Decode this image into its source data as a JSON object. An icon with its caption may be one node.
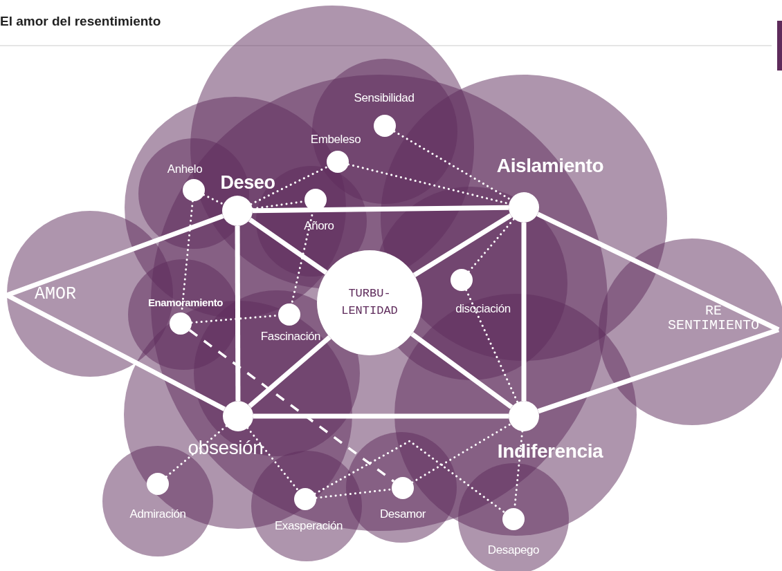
{
  "diagram": {
    "title": "El amor del resentimiento",
    "nodes": [
      {
        "text": [
          "Deseo"
        ]
      },
      {
        "text": [
          "Aislamiento"
        ]
      },
      {
        "text": [
          "TURBU- LENTIDAD"
        ]
      },
      {
        "text": [
          "obsesión"
        ]
      },
      {
        "text": [
          "Indiferencia"
        ]
      },
      {
        "text": [
          "AMOR"
        ]
      },
      {
        "text": [
          "RE SENTIMIENTO"
        ]
      },
      {
        "text": [
          "Anhelo"
        ]
      },
      {
        "text": [
          "Embeleso"
        ]
      },
      {
        "text": [
          "Sensibilidad"
        ]
      },
      {
        "text": [
          "Añoro"
        ]
      },
      {
        "text": [
          "Enamoramiento"
        ]
      },
      {
        "text": [
          "Fascinación"
        ]
      },
      {
        "text": [
          "disociación"
        ]
      },
      {
        "text": [
          "Admiración"
        ]
      },
      {
        "text": [
          "Exasperación"
        ]
      },
      {
        "text": [
          "Desamor"
        ]
      },
      {
        "text": [
          "Desapego"
        ]
      }
    ],
    "edges": [
      {
        "from": 5,
        "to": 0,
        "arrow": "none",
        "style": "thick"
      },
      {
        "from": 5,
        "to": 3,
        "arrow": "none",
        "style": "thick"
      },
      {
        "from": 0,
        "to": 1,
        "arrow": "none",
        "style": "thick"
      },
      {
        "from": 0,
        "to": 3,
        "arrow": "none",
        "style": "thick"
      },
      {
        "from": 0,
        "to": 2,
        "arrow": "none",
        "style": "thick"
      },
      {
        "from": 1,
        "to": 2,
        "arrow": "none",
        "style": "thick"
      },
      {
        "from": 1,
        "to": 4,
        "arrow": "none",
        "style": "thick"
      },
      {
        "from": 1,
        "to": 6,
        "arrow": "none",
        "style": "thick"
      },
      {
        "from": 4,
        "to": 6,
        "arrow": "none",
        "style": "thick"
      },
      {
        "from": 3,
        "to": 4,
        "arrow": "none",
        "style": "thick"
      },
      {
        "from": 3,
        "to": 2,
        "arrow": "none",
        "style": "thick"
      },
      {
        "from": 2,
        "to": 4,
        "arrow": "none",
        "style": "thick"
      },
      {
        "from": 7,
        "to": 0,
        "arrow": "none",
        "style": "dashed"
      },
      {
        "from": 0,
        "to": 8,
        "arrow": "none",
        "style": "dashed"
      },
      {
        "from": 0,
        "to": 10,
        "arrow": "none",
        "style": "dashed"
      },
      {
        "from": 8,
        "to": 1,
        "arrow": "none",
        "style": "dashed"
      },
      {
        "from": 9,
        "to": 1,
        "arrow": "none",
        "style": "dashed"
      },
      {
        "from": 7,
        "to": 11,
        "arrow": "none",
        "style": "dashed"
      },
      {
        "from": 10,
        "to": 12,
        "arrow": "none",
        "style": "dashed"
      },
      {
        "from": 11,
        "to": 12,
        "arrow": "none",
        "style": "dashed"
      },
      {
        "from": 13,
        "to": 1,
        "arrow": "none",
        "style": "dashed"
      },
      {
        "from": 13,
        "to": 4,
        "arrow": "none",
        "style": "dashed"
      },
      {
        "from": 3,
        "to": 14,
        "arrow": "none",
        "style": "dashed"
      },
      {
        "from": 3,
        "to": 15,
        "arrow": "none",
        "style": "dashed"
      },
      {
        "from": 15,
        "to": 16,
        "arrow": "none",
        "style": "dashed"
      },
      {
        "from": 15,
        "to": 17,
        "arrow": "none",
        "style": "dashed"
      },
      {
        "from": 16,
        "to": 4,
        "arrow": "none",
        "style": "dashed"
      },
      {
        "from": 4,
        "to": 17,
        "arrow": "none",
        "style": "dashed"
      },
      {
        "from": 11,
        "to": 16,
        "arrow": "none",
        "style": "dashed"
      }
    ]
  }
}
